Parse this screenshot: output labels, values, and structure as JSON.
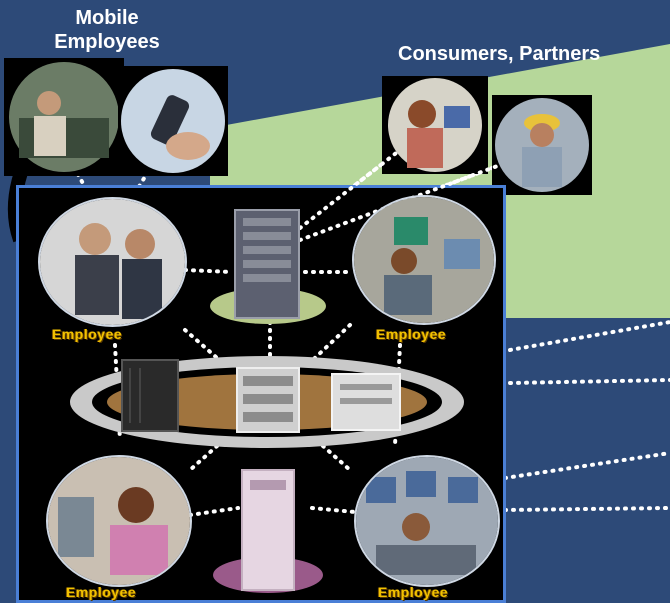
{
  "headings": {
    "mobile": "Mobile Employees",
    "mobile_line1": "Mobile",
    "mobile_line2": "Employees",
    "consumers": "Consumers, Partners"
  },
  "employee_labels": [
    "Employee",
    "Employee",
    "Employee",
    "Employee"
  ],
  "colors": {
    "background": "#2d4a78",
    "panel_green": "#b6d79a",
    "box_border": "#4a7fd6",
    "label_gold": "#f2c200",
    "dots": "#ffffff"
  },
  "icons": [
    "server-icon",
    "person-photo"
  ]
}
